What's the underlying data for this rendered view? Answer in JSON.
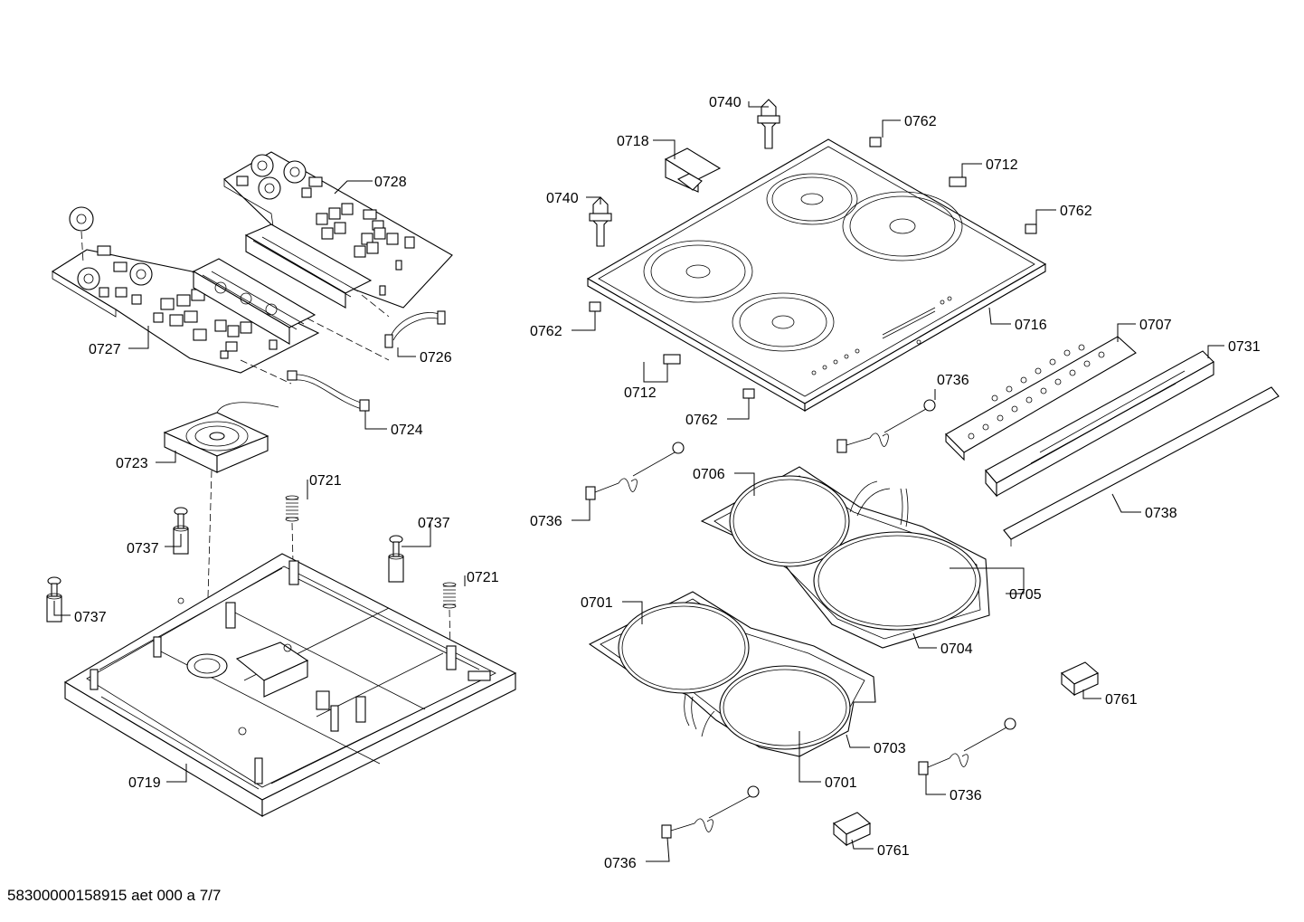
{
  "footer": "58300000158915 aet 000 a 7/7",
  "labels": {
    "l0740a": "0740",
    "l0718": "0718",
    "l0762a": "0762",
    "l0712a": "0712",
    "l0740b": "0740",
    "l0762b": "0762",
    "l0762c": "0762",
    "l0716": "0716",
    "l0707": "0707",
    "l0712b": "0712",
    "l0762d": "0762",
    "l0731": "0731",
    "l0736a": "0736",
    "l0706": "0706",
    "l0736b": "0736",
    "l0738": "0738",
    "l0705": "0705",
    "l0701a": "0701",
    "l0704": "0704",
    "l0761a": "0761",
    "l0703": "0703",
    "l0701b": "0701",
    "l0736c": "0736",
    "l0761b": "0761",
    "l0736d": "0736",
    "l0728": "0728",
    "l0727": "0727",
    "l0726": "0726",
    "l0724": "0724",
    "l0723": "0723",
    "l0721a": "0721",
    "l0737a": "0737",
    "l0737b": "0737",
    "l0721b": "0721",
    "l0737c": "0737",
    "l0719": "0719"
  }
}
